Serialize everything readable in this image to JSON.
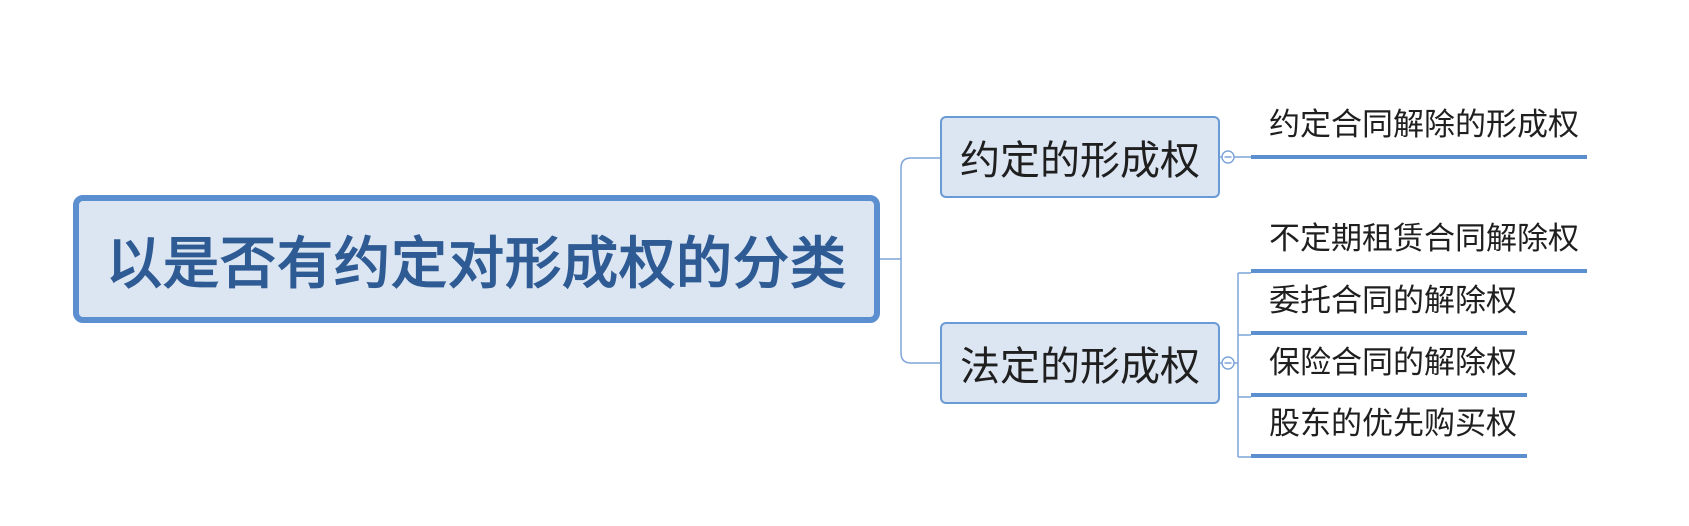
{
  "mindmap": {
    "root": "以是否有约定对形成权的分类",
    "branches": [
      {
        "label": "约定的形成权",
        "children": [
          "约定合同解除的形成权"
        ]
      },
      {
        "label": "法定的形成权",
        "children": [
          "不定期租赁合同解除权",
          "委托合同的解除权",
          "保险合同的解除权",
          "股东的优先购买权"
        ]
      }
    ]
  },
  "colors": {
    "node_fill": "#dce6f3",
    "root_border": "#5b8fd0",
    "root_text": "#2f5b94",
    "connector": "#7fa6d9",
    "leaf_underline": "#5b8fd0"
  },
  "icons": {
    "collapse": "collapse-circle-icon"
  }
}
